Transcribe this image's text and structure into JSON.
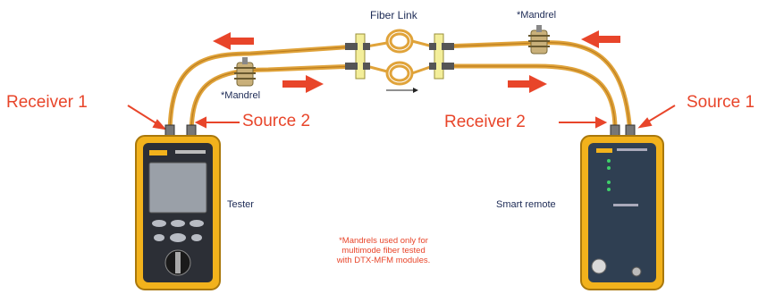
{
  "labels": {
    "fiber_link": "Fiber Link",
    "mandrel_top": "*Mandrel",
    "mandrel_left": "*Mandrel",
    "receiver1": "Receiver 1",
    "source2": "Source 2",
    "receiver2": "Receiver 2",
    "source1": "Source 1",
    "tester": "Tester",
    "smart_remote": "Smart remote",
    "note_line1": "*Mandrels used only for",
    "note_line2": "multimode fiber tested",
    "note_line3": "with DTX-MFM modules."
  },
  "colors": {
    "accent": "#e8452a",
    "fiber": "#e0a33a",
    "device_body": "#f2b21c",
    "dark_text": "#1c2a55"
  },
  "icons": {
    "tester": "handheld-tester",
    "remote": "smart-remote-unit",
    "mandrel": "mandrel-coil",
    "arrow": "signal-direction-arrow"
  }
}
